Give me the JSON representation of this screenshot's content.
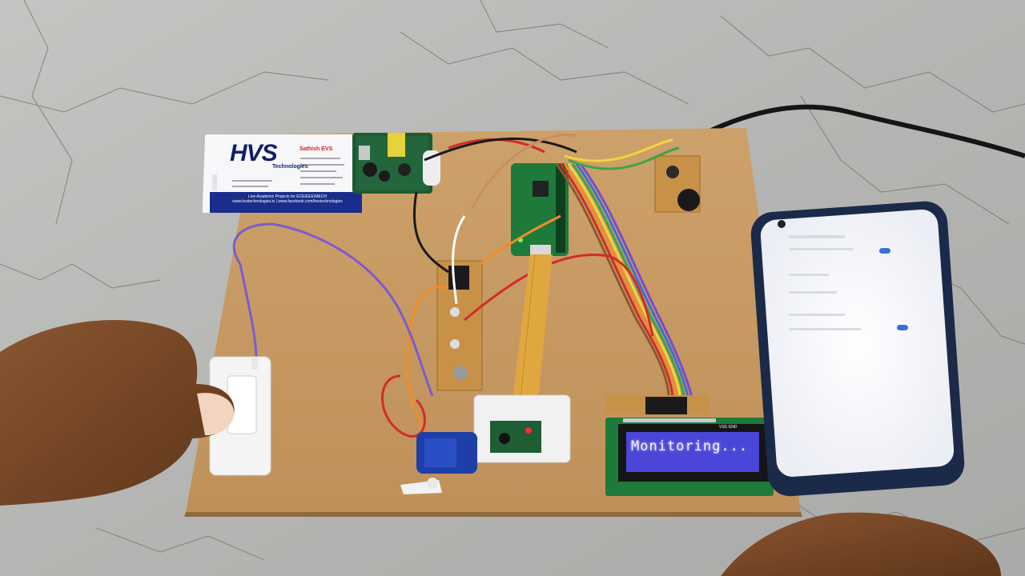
{
  "lcd": {
    "text": "Monitoring..."
  },
  "business_card": {
    "logo": "HVS",
    "tagline": "Technologies",
    "name": "Sathish EVS",
    "footer_line1": "Live Academic Projects for ECE/EEE/MECH",
    "footer_line2": "www.hvstechnologies.in | www.facebook.com/hvstechnologies"
  },
  "lcd_header": "VSS GND",
  "colors": {
    "board": "#c79a62",
    "marble": "#b8b9b6",
    "lcd_screen": "#4a46d8",
    "pcb_green": "#1e7a3a",
    "ribbon": "#e0a640"
  }
}
